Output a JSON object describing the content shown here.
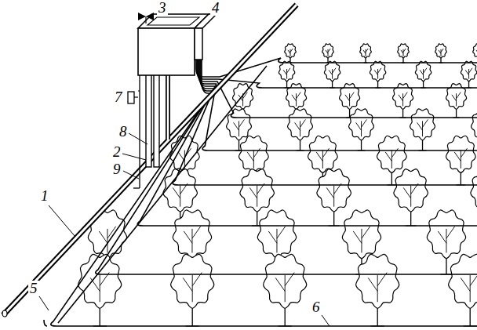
{
  "diagram": {
    "labels": [
      "3",
      "4",
      "7",
      "8",
      "2",
      "9",
      "1",
      "5",
      "6"
    ]
  }
}
